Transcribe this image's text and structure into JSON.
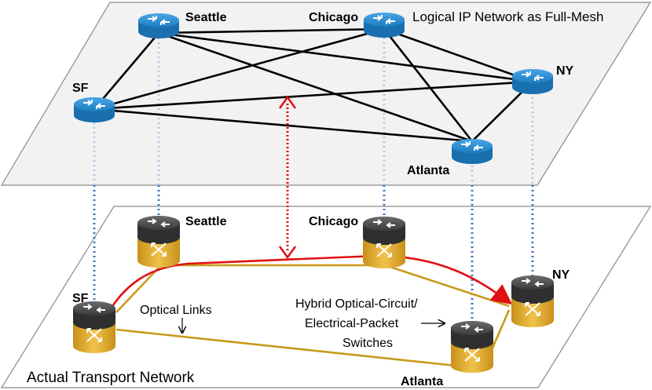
{
  "ip_layer": {
    "title": "Logical IP Network as Full-Mesh",
    "routers": [
      {
        "id": "seattle",
        "label": "Seattle"
      },
      {
        "id": "chicago",
        "label": "Chicago"
      },
      {
        "id": "sf",
        "label": "SF"
      },
      {
        "id": "ny",
        "label": "NY"
      },
      {
        "id": "atlanta",
        "label": "Atlanta"
      }
    ]
  },
  "transport_layer": {
    "title": "Actual Transport Network",
    "switches": [
      {
        "id": "seattle",
        "label": "Seattle"
      },
      {
        "id": "chicago",
        "label": "Chicago"
      },
      {
        "id": "sf",
        "label": "SF"
      },
      {
        "id": "ny",
        "label": "NY"
      },
      {
        "id": "atlanta",
        "label": "Atlanta"
      }
    ],
    "optical_links_label": "Optical Links",
    "switch_note": [
      "Hybrid Optical-Circuit/",
      "Electrical-Packet",
      "Switches"
    ]
  },
  "colors": {
    "router_blue": "#1b7fc4",
    "switch_gold": "#d7a21c",
    "switch_dark": "#4a4a4a",
    "optical_link": "#c79a1a",
    "mesh_link": "#000000",
    "path_red": "#e01010",
    "dotted_blue": "#3a74c6"
  }
}
